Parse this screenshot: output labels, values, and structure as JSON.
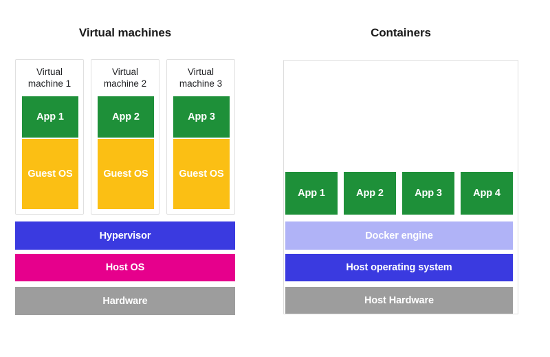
{
  "diagram": {
    "panels": [
      {
        "id": "virtual-machines",
        "title": "Virtual machines",
        "cards": [
          {
            "label": "Virtual\nmachine 1",
            "label_line1": "Virtual",
            "label_line2": "machine 1",
            "app": "App 1",
            "guest": "Guest OS"
          },
          {
            "label": "Virtual\nmachine 2",
            "label_line1": "Virtual",
            "label_line2": "machine 2",
            "app": "App 2",
            "guest": "Guest OS"
          },
          {
            "label": "Virtual\nmachine 3",
            "label_line1": "Virtual",
            "label_line2": "machine 3",
            "app": "App 3",
            "guest": "Guest OS"
          }
        ],
        "layers": [
          {
            "name": "hypervisor",
            "label": "Hypervisor",
            "color": "#3a3ae0"
          },
          {
            "name": "host-os",
            "label": "Host OS",
            "color": "#e6008c"
          },
          {
            "name": "hardware",
            "label": "Hardware",
            "color": "#9d9d9d"
          }
        ]
      },
      {
        "id": "containers",
        "title": "Containers",
        "apps": [
          {
            "label": "App 1"
          },
          {
            "label": "App 2"
          },
          {
            "label": "App 3"
          },
          {
            "label": "App 4"
          }
        ],
        "layers": [
          {
            "name": "docker-engine",
            "label": "Docker engine",
            "color": "#b0b3f7"
          },
          {
            "name": "host-operating-system",
            "label": "Host operating system",
            "color": "#3a3ae0"
          },
          {
            "name": "host-hardware",
            "label": "Host Hardware",
            "color": "#9d9d9d"
          }
        ]
      }
    ],
    "colors": {
      "app_green": "#1e9039",
      "guest_yellow": "#fbbf14",
      "blue": "#3a3ae0",
      "magenta": "#e6008c",
      "gray": "#9d9d9d",
      "lavender": "#b0b3f7",
      "card_border": "#e0e0e0",
      "background": "#ffffff"
    }
  }
}
